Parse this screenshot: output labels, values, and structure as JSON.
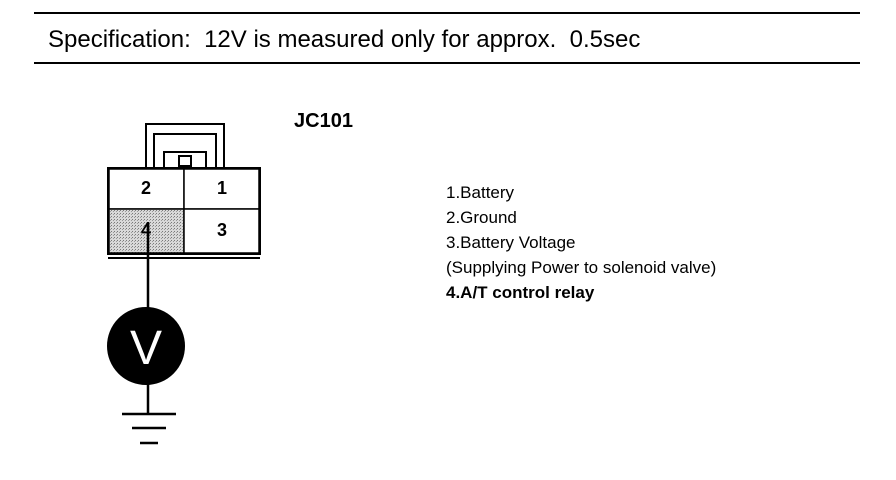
{
  "specification": {
    "text": "Specification:  12V is measured only for approx.  0.5sec"
  },
  "connector": {
    "id": "JC101",
    "pins": [
      {
        "number": "2",
        "highlighted": false
      },
      {
        "number": "1",
        "highlighted": false
      },
      {
        "number": "4",
        "highlighted": true
      },
      {
        "number": "3",
        "highlighted": false
      }
    ]
  },
  "meter": {
    "letter": "V",
    "icon": "voltmeter-icon"
  },
  "ground": {
    "icon": "ground-symbol-icon"
  },
  "legend": [
    {
      "text": "1.Battery",
      "bold": false
    },
    {
      "text": "2.Ground",
      "bold": false
    },
    {
      "text": "3.Battery Voltage",
      "bold": false
    },
    {
      "text": "(Supplying Power to solenoid valve)",
      "bold": false
    },
    {
      "text": "4.A/T control relay",
      "bold": true
    }
  ],
  "colors": {
    "line": "#000000",
    "highlight": "#bdbdbd",
    "meter_fill": "#000000",
    "meter_text": "#ffffff"
  }
}
